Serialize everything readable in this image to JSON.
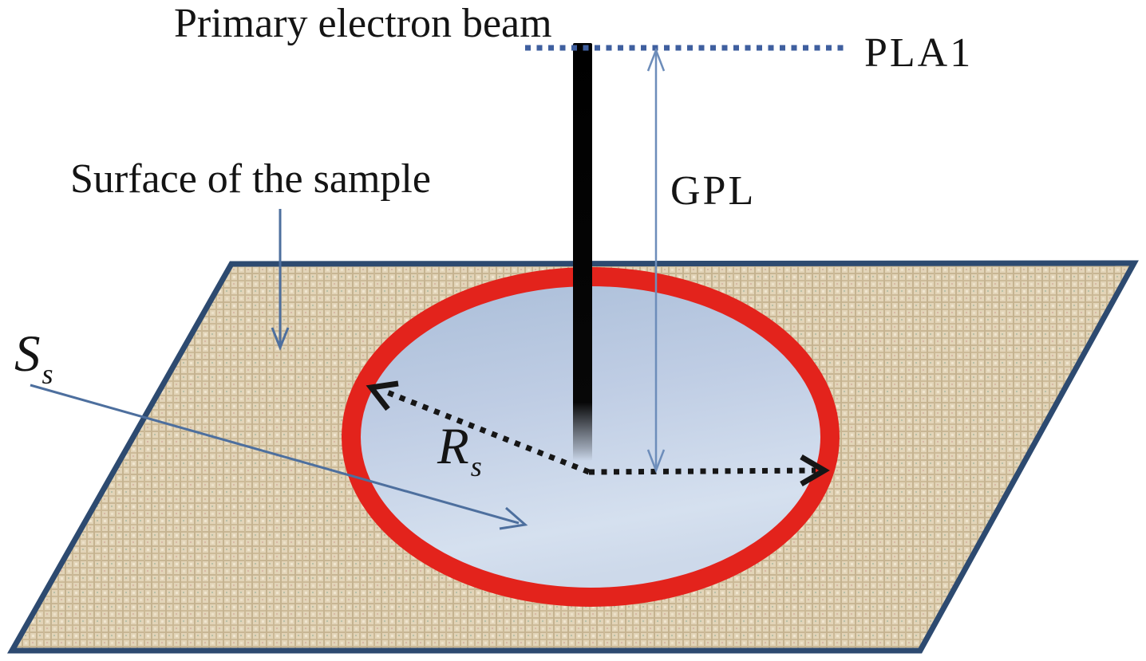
{
  "figure": {
    "title": "Primary electron beam",
    "labels": {
      "pla1": "PLA1",
      "gpl": "GPL",
      "surface_of_sample": "Surface of the sample",
      "spot_area_symbol": {
        "main": "S",
        "sub": "s"
      },
      "spot_radius_symbol": {
        "main": "R",
        "sub": "s"
      }
    },
    "colors": {
      "background": "#ffffff",
      "text": "#141414",
      "plane_border_navy": "#2d4a70",
      "plane_weave_base": "#e2d4b8",
      "plane_weave_thread": "#c8b694",
      "spot_ring_red": "#e3231c",
      "spot_fill_light_blue": "#d5e0ef",
      "spot_fill_dark_blue": "#a9bdd8",
      "beam_black": "#070707",
      "pla1_dotted_blue": "#3f5f9f",
      "measure_line_blue": "#6d8dba",
      "pointer_arrow_blue": "#4d6f9e",
      "radius_dotted_black": "#161616"
    }
  }
}
